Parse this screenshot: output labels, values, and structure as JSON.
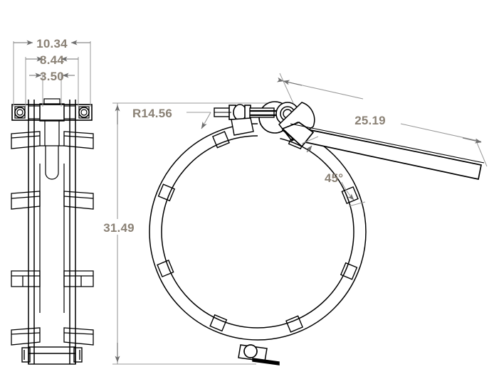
{
  "drawing": {
    "title": "Clamp Ring Assembly Technical Drawing",
    "units_note": "",
    "line_color": "#000000",
    "dimension_color": "#8a8175",
    "dimension_line_color": "#9a9a9a",
    "background": "#ffffff"
  },
  "dimensions": {
    "width_overall": "10.34",
    "width_middle": "8.44",
    "width_inner": "3.50",
    "height_overall": "31.49",
    "ring_radius": "R14.56",
    "lever_length": "25.19",
    "tab_angle": "45°"
  },
  "views": {
    "side_view": {
      "name": "side-view",
      "label": ""
    },
    "front_view": {
      "name": "front-view",
      "label": ""
    }
  },
  "components": {
    "ring": "clamp-ring",
    "tabs_count": 8,
    "latch": "cam-lever-latch",
    "turnbuckle": "adjuster-bolt",
    "hinge": "bottom-hinge",
    "lever": "release-lever-arm"
  }
}
